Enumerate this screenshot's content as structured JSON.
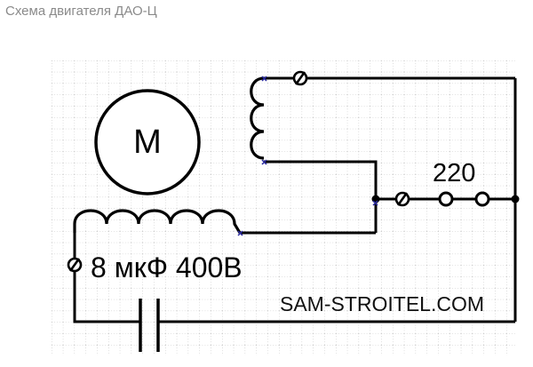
{
  "header": {
    "title": "Схема двигателя ДАО-Ц"
  },
  "diagram": {
    "motor_label": "M",
    "supply_label": "220",
    "capacitor_label": "8 мкФ 400В",
    "watermark": "SAM-STROITEL.COM"
  },
  "colors": {
    "wire": "#000000",
    "grid": "#b0b0b0",
    "title": "#8a8a8a",
    "terminal_cross": "#2a2aa0"
  }
}
